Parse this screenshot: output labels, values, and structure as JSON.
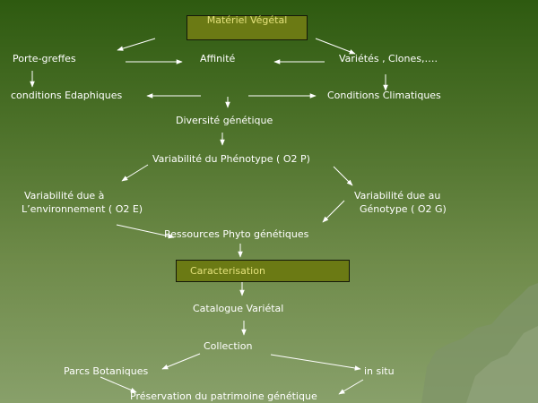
{
  "nodes": {
    "materiel_vegetal": "Matériel Végétal",
    "porte_greffes": "Porte-greffes",
    "affinite": "Affinité",
    "varietes_clones": "Variétés , Clones,….",
    "conditions_edaphiques": "conditions Edaphiques",
    "conditions_climatiques": "Conditions Climatiques",
    "diversite_genetique": "Diversité  génétique",
    "variabilite_phenotype": "Variabilité du Phénotype ( O2 P)",
    "variabilite_env_line1": "Variabilité due à",
    "variabilite_env_line2": "L’environnement ( O2 E)",
    "variabilite_geno_line1": "Variabilité due au",
    "variabilite_geno_line2": "Génotype ( O2 G)",
    "ressources_phyto": "Ressources Phyto génétiques",
    "caracterisation": "Caracterisation",
    "catalogue_varietal": "Catalogue Variétal",
    "collection": "Collection",
    "parcs_botaniques": "Parcs Botaniques",
    "in_situ": "in situ",
    "preservation": "Préservation du patrimoine génétique"
  },
  "colors": {
    "background_top": "#2e5a10",
    "background_bottom": "#88a06a",
    "box_fill": "#6b7a14",
    "box_text": "#e3e07a",
    "text": "#ffffff"
  }
}
